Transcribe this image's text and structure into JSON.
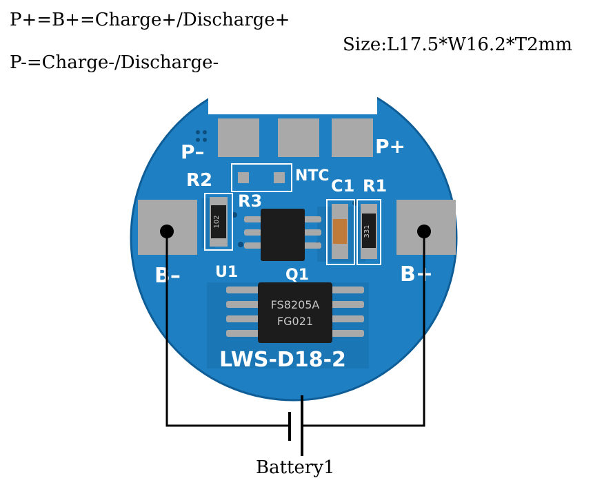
{
  "captions": {
    "line1": "P+=B+=Charge+/Discharge+",
    "line2": "P-=Charge-/Discharge-",
    "size": "Size:L17.5*W16.2*T2mm",
    "battery": "Battery1"
  },
  "board": {
    "labels": {
      "p_minus": "P–",
      "p_plus": "P+",
      "b_minus": "B–",
      "b_plus": "B+",
      "r1": "R1",
      "r2": "R2",
      "r3": "R3",
      "c1": "C1",
      "ntc": "NTC",
      "u1": "U1",
      "q1": "Q1",
      "model": "LWS-D18-2"
    },
    "markings": {
      "r3_code": "102",
      "r1_code": "331",
      "q1_line1": "FS8205A",
      "q1_line2": "FG021"
    }
  },
  "colors": {
    "pcb": "#1e7fc2",
    "pad": "#a9a9a9",
    "chip": "#1c1c1c",
    "silkscreen": "#ffffff",
    "wire": "#000000"
  }
}
